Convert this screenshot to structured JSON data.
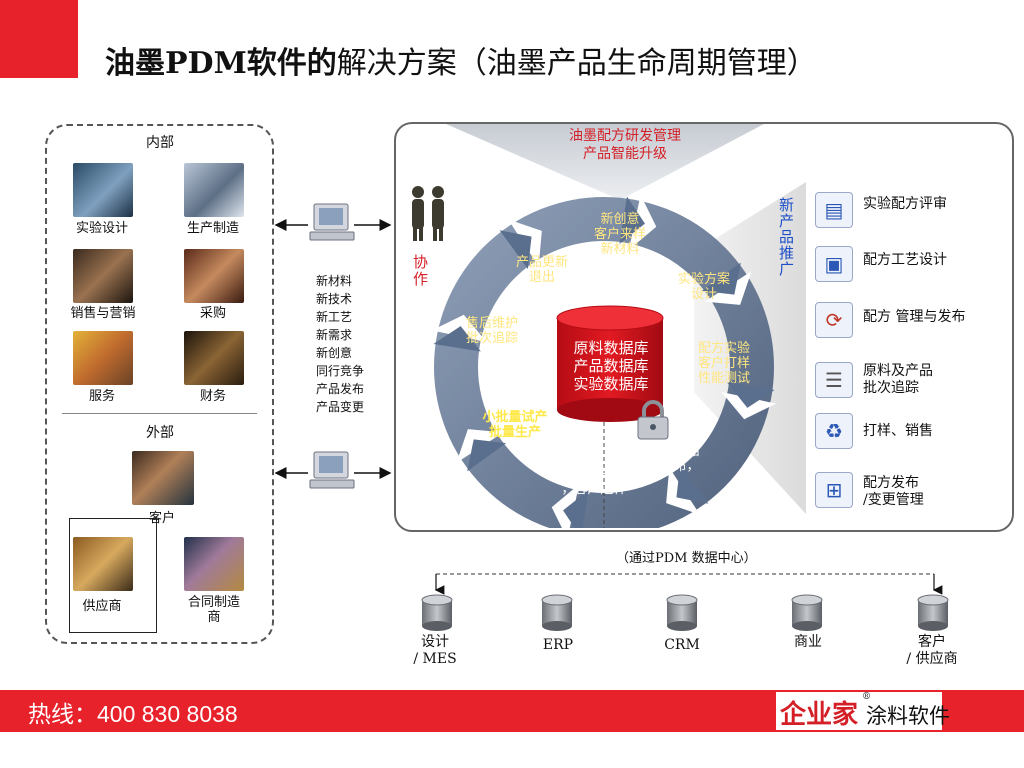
{
  "title": {
    "bold": "油墨PDM软件的",
    "normal": "解决方案（油墨产品生命周期管理）"
  },
  "left": {
    "internal_label": "内部",
    "internal": [
      {
        "label": "实验设计",
        "icon": "lab-photo"
      },
      {
        "label": "生产制造",
        "icon": "factory-photo"
      },
      {
        "label": "销售与营销",
        "icon": "handshake-photo"
      },
      {
        "label": "采购",
        "icon": "buyer-photo"
      },
      {
        "label": "服务",
        "icon": "worker-photo"
      },
      {
        "label": "财务",
        "icon": "finance-photo"
      }
    ],
    "external_label": "外部",
    "external": [
      {
        "label": "客户",
        "icon": "crowd-photo"
      },
      {
        "label": "供应商",
        "icon": "supplier-photo"
      },
      {
        "label": "合同制造\n商",
        "icon": "factory-worker-photo"
      }
    ]
  },
  "middle_list": [
    "新材料",
    "新技术",
    "新工艺",
    "新需求",
    "新创意",
    "同行竞争",
    "产品发布",
    "产品变更"
  ],
  "panel": {
    "funnel_title": "油墨配方研发管理\n产品智能升级",
    "collab": "协\n作",
    "new_promo": "新\n产\n品\n推\n广",
    "database": "原料数据库\n产品数据库\n实验数据库",
    "cycle": [
      "新创意\n客户来样\n新材料",
      "实验方案\n设计",
      "配方实验\n客户打样\n性能测试",
      "新产品\n发布，",
      "新产品推广\n，客户送样",
      "小批量试产\n批量生产",
      "售后维护\n批次追踪",
      "产品更新\n退出"
    ],
    "right_items": [
      {
        "label": "实验配方评审",
        "icon": "chart-icon"
      },
      {
        "label": "配方工艺设计",
        "icon": "computer-user-icon"
      },
      {
        "label": "配方 管理与发布",
        "icon": "document-cycle-icon"
      },
      {
        "label": "原料及产品\n批次追踪",
        "icon": "checklist-icon"
      },
      {
        "label": "打样、销售",
        "icon": "recycle-icon"
      },
      {
        "label": "配方发布\n/变更管理",
        "icon": "flowchart-icon"
      }
    ]
  },
  "data_center": "（通过PDM 数据中心）",
  "databases": [
    {
      "label": "设计\n/ MES"
    },
    {
      "label": "ERP"
    },
    {
      "label": "CRM"
    },
    {
      "label": "商业"
    },
    {
      "label": "客户\n/ 供应商"
    }
  ],
  "footer": {
    "hotline": "热线：400 830 8038",
    "logo_main": "企业家",
    "logo_sub": "涂料软件",
    "logo_mark": "®"
  },
  "colors": {
    "brand_red": "#e8222a",
    "cycle_blue": "#5a6f8e",
    "db_red": "#d8121c",
    "text_red": "#d41f26",
    "promo_blue": "#1d4fc8"
  }
}
